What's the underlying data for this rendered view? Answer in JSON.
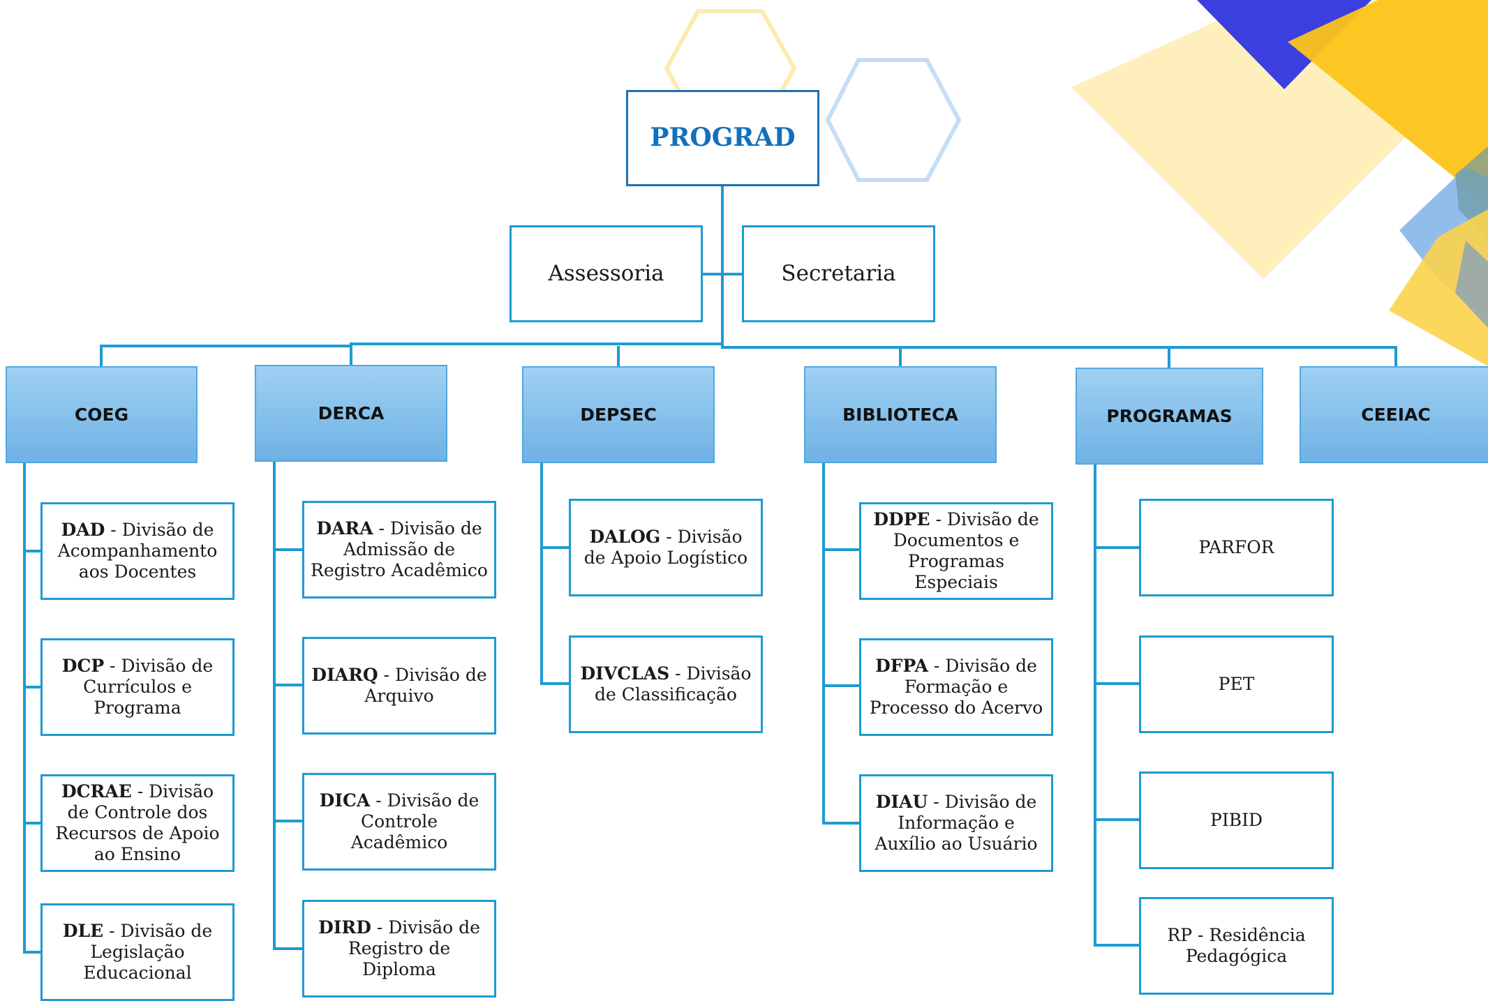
{
  "colors": {
    "connector": "#1d9bd1",
    "root_text": "#1170bc",
    "head_gradient_top": "#9fd0f2",
    "head_gradient_bottom": "#6fb2e5",
    "deco_yellow": "#fcc419",
    "deco_blue": "#3b3fe0",
    "deco_light_blue": "#7fb2e8"
  },
  "root": {
    "label": "PROGRAD"
  },
  "support": {
    "left": "Assessoria",
    "right": "Secretaria"
  },
  "departments": [
    {
      "name": "COEG",
      "divisions": [
        {
          "code": "DAD",
          "desc": " - Divisão de Acompanhamento aos Docentes"
        },
        {
          "code": "DCP",
          "desc": " - Divisão de Currículos e Programa"
        },
        {
          "code": "DCRAE",
          "desc": " - Divisão de Controle dos Recursos de Apoio ao Ensino"
        },
        {
          "code": "DLE",
          "desc": " - Divisão de Legislação Educacional"
        }
      ]
    },
    {
      "name": "DERCA",
      "divisions": [
        {
          "code": "DARA",
          "desc": " - Divisão de Admissão de Registro Acadêmico"
        },
        {
          "code": "DIARQ",
          "desc": " - Divisão de Arquivo"
        },
        {
          "code": "DICA",
          "desc": " - Divisão de Controle Acadêmico"
        },
        {
          "code": "DIRD",
          "desc": " - Divisão de Registro de Diploma"
        }
      ]
    },
    {
      "name": "DEPSEC",
      "divisions": [
        {
          "code": "DALOG",
          "desc": " - Divisão de Apoio Logístico"
        },
        {
          "code": "DIVCLAS",
          "desc": " - Divisão de Classificação"
        }
      ]
    },
    {
      "name": "BIBLIOTECA",
      "divisions": [
        {
          "code": "DDPE",
          "desc": " - Divisão de Documentos e Programas Especiais"
        },
        {
          "code": "DFPA",
          "desc": " - Divisão de Formação e Processo do Acervo"
        },
        {
          "code": "DIAU",
          "desc": " - Divisão de Informação e Auxílio ao Usuário"
        }
      ]
    },
    {
      "name": "PROGRAMAS",
      "divisions": [
        {
          "code": "",
          "desc": "PARFOR"
        },
        {
          "code": "",
          "desc": "PET"
        },
        {
          "code": "",
          "desc": "PIBID"
        },
        {
          "code": "RP",
          "desc": " - Residência Pedagógica",
          "plain_code": true
        }
      ]
    },
    {
      "name": "CEEIAC",
      "divisions": []
    }
  ]
}
